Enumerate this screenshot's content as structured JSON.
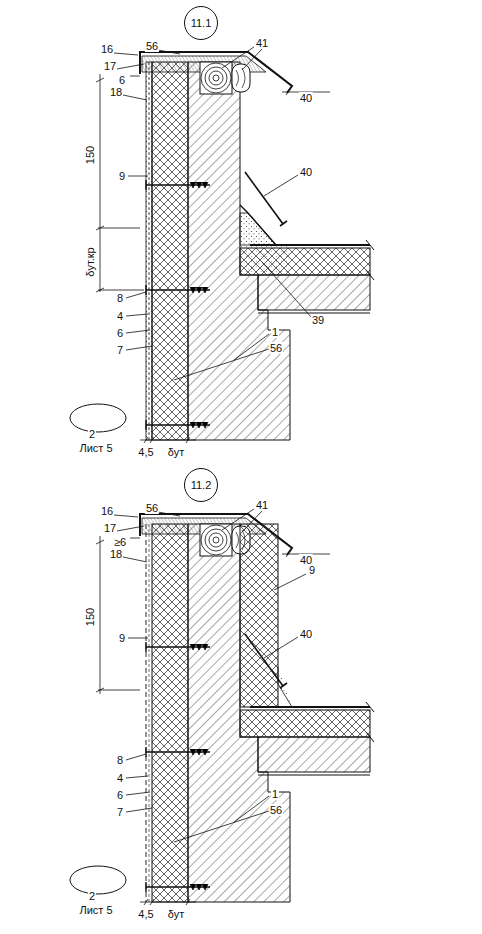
{
  "diagram": {
    "nodes": [
      {
        "text": [
          "11.1"
        ]
      },
      {
        "text": [
          "11.2"
        ]
      }
    ],
    "labels": [
      "16",
      "56",
      "41",
      "17",
      "6",
      "40",
      "18",
      "150",
      "9",
      "40",
      "δут.кр",
      "39",
      "8",
      "4",
      "6",
      "7",
      "1",
      "56",
      "2",
      "Лист 5",
      "4,5",
      "δут",
      "16",
      "56",
      "41",
      "17",
      "≥6",
      "40",
      "18",
      "150",
      "9",
      "9",
      "40",
      "8",
      "4",
      "6",
      "7",
      "1",
      "56",
      "2",
      "Лист 5",
      "4,5",
      "δут"
    ]
  }
}
